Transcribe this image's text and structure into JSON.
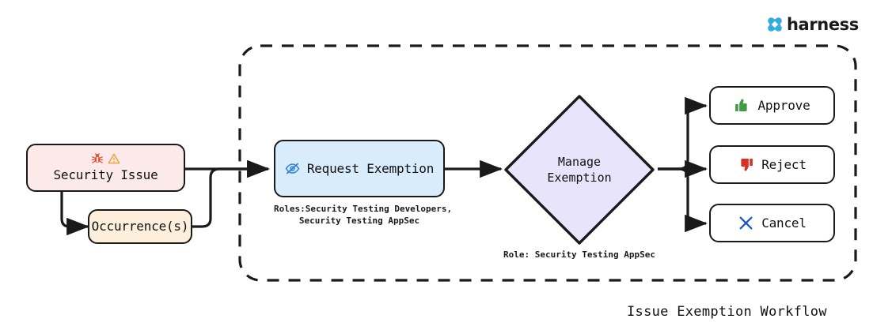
{
  "brand": {
    "name": "harness",
    "logo_icon": "harness-logo-icon",
    "color": "#33ABE0"
  },
  "diagram": {
    "title": "Issue Exemption Workflow",
    "container_style": "dashed-rounded-box"
  },
  "nodes": {
    "security_issue": {
      "label": "Security Issue",
      "icons": [
        "bug-icon",
        "warning-triangle-icon"
      ],
      "fill": "#fce9e9",
      "stroke": "#1a1a1a"
    },
    "occurrences": {
      "label": "Occurrence(s)",
      "fill": "#fdefdc",
      "stroke": "#1a1a1a"
    },
    "request_exemption": {
      "label": "Request Exemption",
      "icon": "eye-slash-icon",
      "icon_color": "#2f7fd8",
      "fill": "#d9ecfb",
      "stroke": "#1a1a1a",
      "caption": "Roles:Security Testing Developers,\nSecurity Testing AppSec"
    },
    "manage_exemption": {
      "label": "Manage\nExemption",
      "fill": "#e8e4fb",
      "stroke": "#1a1a1a",
      "caption": "Role: Security Testing AppSec"
    },
    "approve": {
      "label": "Approve",
      "icon": "thumbs-up-icon",
      "icon_color": "#3f9c43",
      "fill": "#ffffff",
      "stroke": "#1a1a1a"
    },
    "reject": {
      "label": "Reject",
      "icon": "thumbs-down-icon",
      "icon_color": "#d93025",
      "fill": "#ffffff",
      "stroke": "#1a1a1a"
    },
    "cancel": {
      "label": "Cancel",
      "icon": "cross-x-icon",
      "icon_color": "#1a56c4",
      "fill": "#ffffff",
      "stroke": "#1a1a1a"
    }
  },
  "edges": [
    {
      "name": "security-issue-to-request-exemption",
      "from": "security_issue",
      "to": "request_exemption"
    },
    {
      "name": "security-issue-to-occurrences",
      "from": "security_issue",
      "to": "occurrences"
    },
    {
      "name": "occurrences-to-request-exemption",
      "from": "occurrences",
      "to": "request_exemption"
    },
    {
      "name": "request-exemption-to-manage-exemption",
      "from": "request_exemption",
      "to": "manage_exemption"
    },
    {
      "name": "manage-exemption-to-approve",
      "from": "manage_exemption",
      "to": "approve"
    },
    {
      "name": "manage-exemption-to-reject",
      "from": "manage_exemption",
      "to": "reject"
    },
    {
      "name": "manage-exemption-to-cancel",
      "from": "manage_exemption",
      "to": "cancel"
    }
  ]
}
